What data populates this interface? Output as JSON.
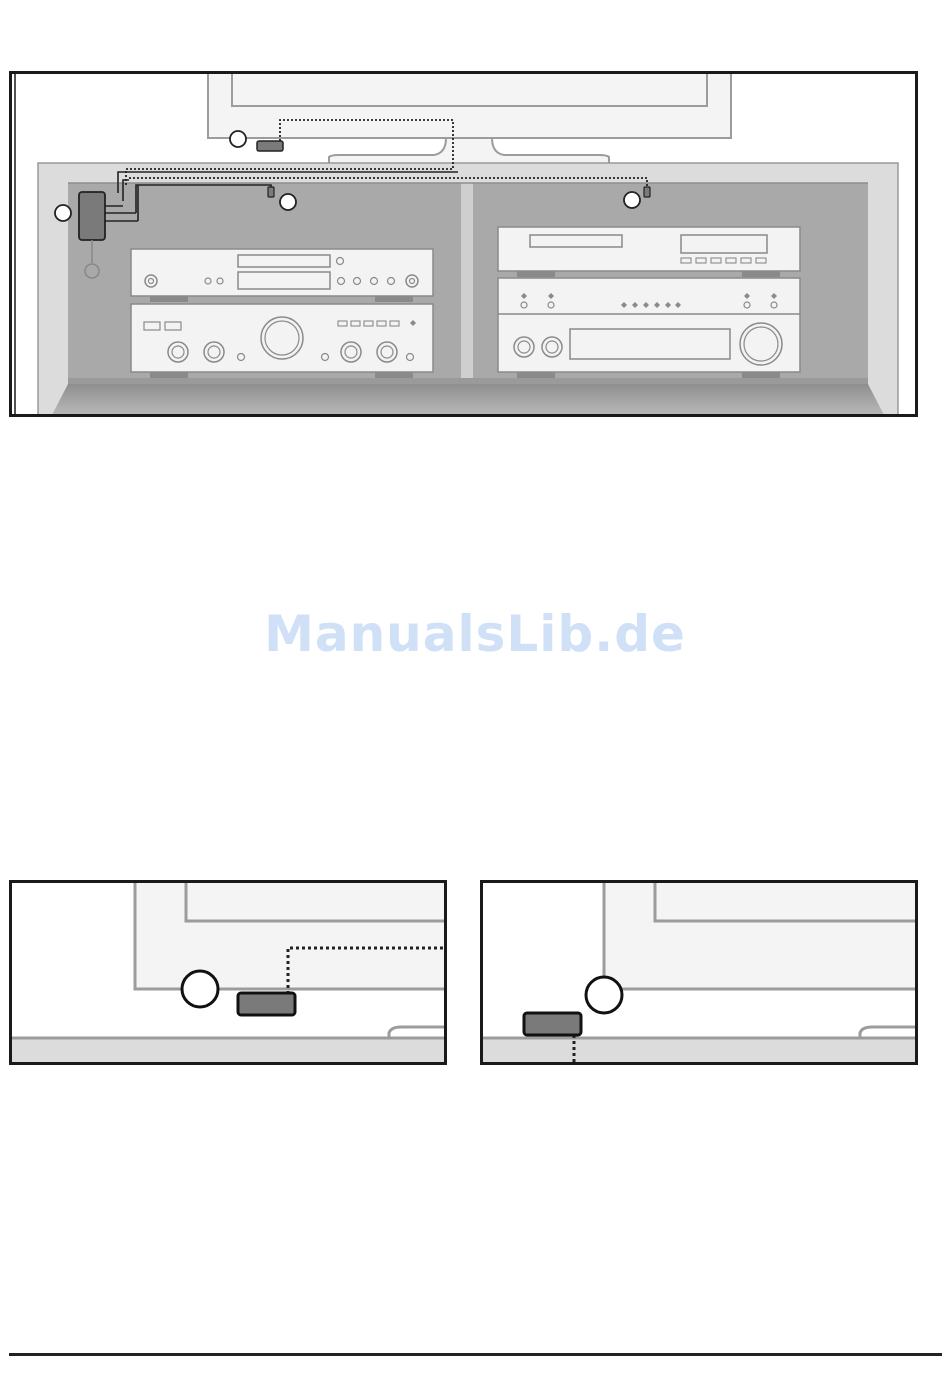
{
  "watermark": {
    "text": "ManualsLib.de"
  },
  "figures": {
    "main": {
      "description_icons": [
        "tv-icon",
        "shelf-icon",
        "cd-player-icon",
        "amplifier-icon",
        "receiver-icon",
        "tape-deck-icon",
        "ir-receiver-icon"
      ]
    },
    "detail_left": {
      "variant": "emitter-on-tv-bezel"
    },
    "detail_right": {
      "variant": "emitter-below-tv"
    }
  },
  "colors": {
    "frame": "#1a1a1a",
    "shelf_back": "#a8a8a8",
    "shelf_frame": "#d8d8d8",
    "device_fill": "#f3f3f3",
    "device_stroke": "#8a8a8a",
    "module_fill": "#7a7a7a"
  }
}
